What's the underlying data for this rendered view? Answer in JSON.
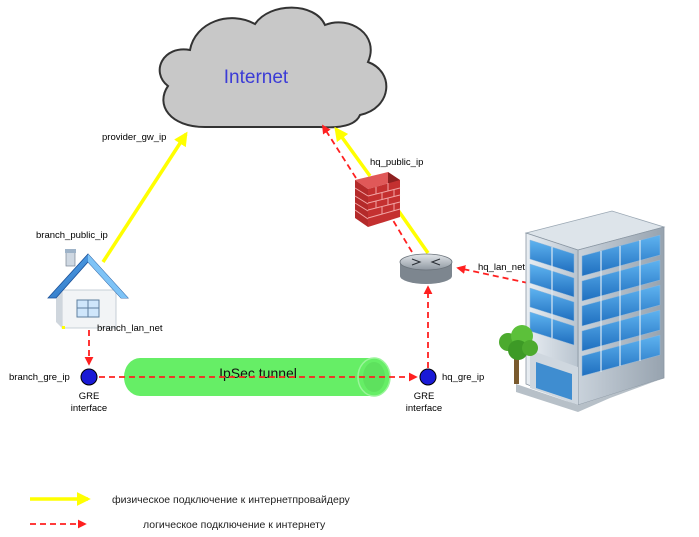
{
  "cloud": {
    "label": "Internet"
  },
  "labels": {
    "provider_gw_ip": "provider_gw_ip",
    "hq_public_ip": "hq_public_ip",
    "branch_public_ip": "branch_public_ip",
    "branch_lan_net": "branch_lan_net",
    "hq_lan_net": "hq_lan_net",
    "branch_gre_ip": "branch_gre_ip",
    "hq_gre_ip": "hq_gre_ip"
  },
  "gre_left": {
    "line1": "GRE",
    "line2": "interface"
  },
  "gre_right": {
    "line1": "GRE",
    "line2": "interface"
  },
  "tunnel": {
    "label": "IpSec tunnel"
  },
  "legend": {
    "physical": "физическое подключение к интернетпровайдеру",
    "logical": "логическое подключение к интернету"
  },
  "colors": {
    "physical_line": "#ffff00",
    "logical_line": "#ff2020",
    "tunnel": "#66ee66",
    "gre_node": "#1a1ad6",
    "cloud_fill": "#c8c8c8",
    "cloud_label": "#3b3bd6"
  },
  "icons": {
    "cloud": "cloud-icon",
    "firewall": "firewall-icon",
    "router": "router-icon",
    "branch": "house-icon",
    "hq": "office-building-icon"
  }
}
